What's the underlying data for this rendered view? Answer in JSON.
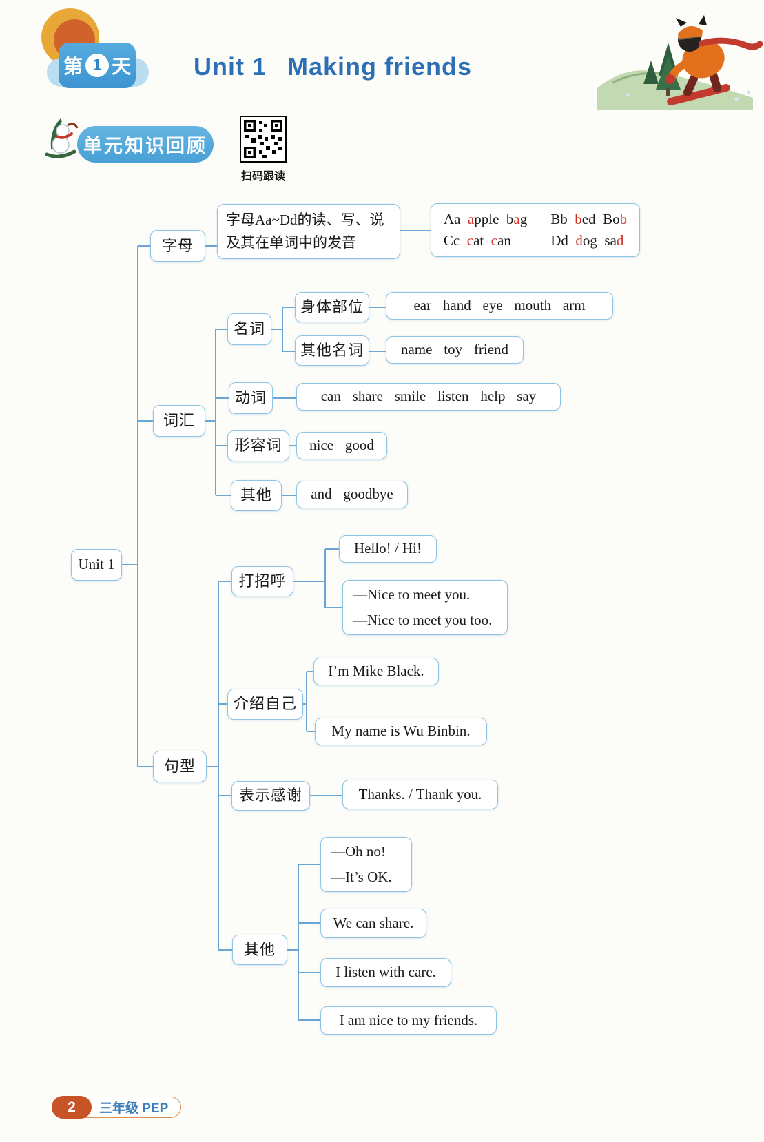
{
  "header": {
    "day_badge": {
      "prefix": "第",
      "number": "1",
      "suffix": "天"
    },
    "title": {
      "unit": "Unit 1",
      "name": "Making friends"
    },
    "section_badge": "单元知识回顾",
    "qr_caption": "扫码跟读"
  },
  "tree": {
    "root": "Unit 1",
    "letters": {
      "label": "字母",
      "desc1": "字母Aa~Dd的读、写、说",
      "desc2": "及其在单词中的发音",
      "phonics": [
        [
          "Aa  ",
          "a",
          "pple  b",
          "a",
          "g"
        ],
        [
          "Bb  ",
          "b",
          "ed  Bo",
          "b",
          ""
        ],
        [
          "Cc  ",
          "c",
          "at  ",
          "c",
          "an"
        ],
        [
          "Dd  ",
          "d",
          "og  sa",
          "d",
          ""
        ]
      ]
    },
    "vocab": {
      "label": "词汇",
      "noun_label": "名词",
      "body_label": "身体部位",
      "body_words": "ear hand eye mouth arm",
      "other_noun_label": "其他名词",
      "other_noun_words": "name toy friend",
      "verb_label": "动词",
      "verb_words": "can share smile listen help say",
      "adj_label": "形容词",
      "adj_words": "nice good",
      "other_label": "其他",
      "other_words": "and goodbye"
    },
    "sentences": {
      "label": "句型",
      "greet_label": "打招呼",
      "greet1": "Hello! / Hi!",
      "greet2a": "—Nice to meet you.",
      "greet2b": "—Nice to meet you too.",
      "intro_label": "介绍自己",
      "intro1": "I’m Mike Black.",
      "intro2": "My name is Wu Binbin.",
      "thanks_label": "表示感谢",
      "thanks1": "Thanks. / Thank you.",
      "other_label": "其他",
      "other1a": "—Oh no!",
      "other1b": "—It’s OK.",
      "other2": "We can share.",
      "other3": "I listen with care.",
      "other4": "I am nice to my friends."
    }
  },
  "footer": {
    "page_number": "2",
    "edition": "三年级 PEP"
  },
  "colors": {
    "title_blue": "#2d6fb4",
    "badge_blue": "#4aa2d9",
    "box_border": "#8ec4e4",
    "line_blue": "#69a5d5",
    "phonics_red": "#cf3125",
    "footer_orange": "#c75327",
    "footer_text_blue": "#3c7dbb"
  }
}
